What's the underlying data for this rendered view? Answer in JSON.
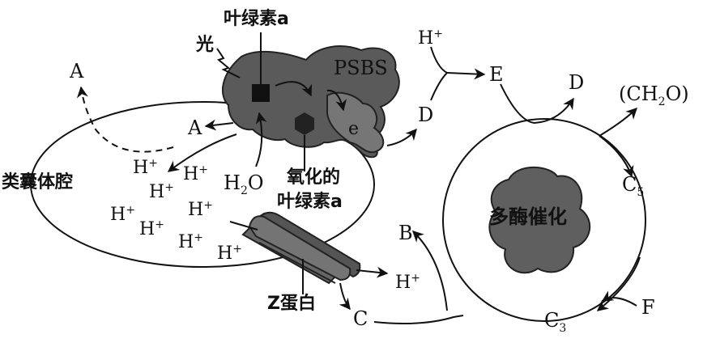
{
  "labels": {
    "chlorophyll_a": "叶绿素a",
    "light": "光",
    "psbs": "PSBS",
    "oxidized_chl_1": "氧化的",
    "oxidized_chl_2": "叶绿素a",
    "thylakoid_lumen": "类囊体腔",
    "z_protein": "Z蛋白",
    "enzymes": "多酶催化",
    "electron": "e",
    "water": "H",
    "water_sub": "2",
    "water_o": "O",
    "h": "H",
    "plus": "+",
    "a_top": "A",
    "a_mid": "A",
    "d_mid": "D",
    "d_top": "D",
    "e": "E",
    "b": "B",
    "c": "C",
    "f": "F",
    "c5": "C",
    "c5_sub": "5",
    "c3": "C",
    "c3_sub": "3",
    "ch2o_open": "(CH",
    "ch2o_sub": "2",
    "ch2o_close": "O)"
  },
  "colors": {
    "protein_fill": "#5b5b5b",
    "protein_fill_light": "#6e6e6e",
    "stroke": "#111111"
  }
}
